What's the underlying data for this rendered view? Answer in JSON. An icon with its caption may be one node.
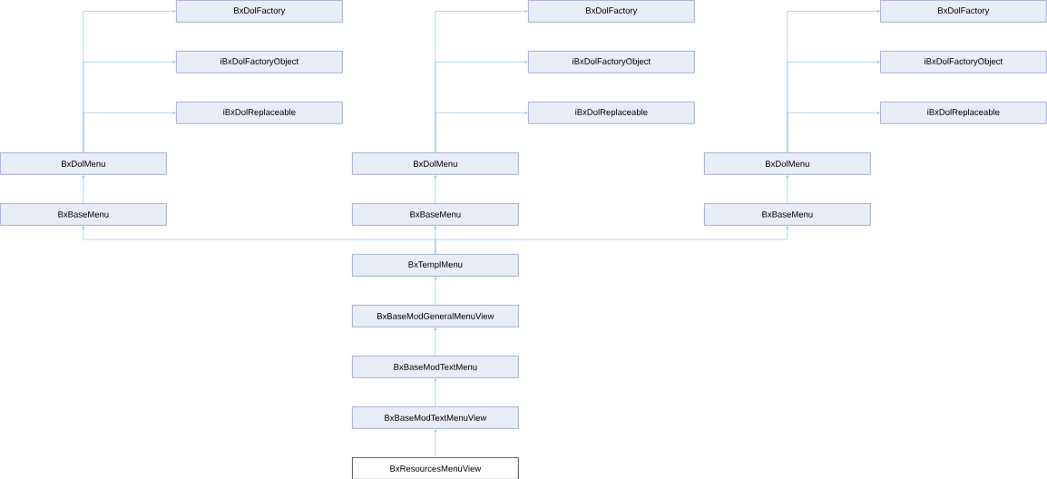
{
  "diagram": {
    "nodes": [
      {
        "text": [
          "BxDolFactory"
        ]
      },
      {
        "text": [
          "BxDolFactory"
        ]
      },
      {
        "text": [
          "BxDolFactory"
        ]
      },
      {
        "text": [
          "iBxDolFactoryObject"
        ]
      },
      {
        "text": [
          "iBxDolFactoryObject"
        ]
      },
      {
        "text": [
          "iBxDolFactoryObject"
        ]
      },
      {
        "text": [
          "iBxDolReplaceable"
        ]
      },
      {
        "text": [
          "iBxDolReplaceable"
        ]
      },
      {
        "text": [
          "iBxDolReplaceable"
        ]
      },
      {
        "text": [
          "BxDolMenu"
        ]
      },
      {
        "text": [
          "BxDolMenu"
        ]
      },
      {
        "text": [
          "BxDolMenu"
        ]
      },
      {
        "text": [
          "BxBaseMenu"
        ]
      },
      {
        "text": [
          "BxBaseMenu"
        ]
      },
      {
        "text": [
          "BxBaseMenu"
        ]
      },
      {
        "text": [
          "BxTemplMenu"
        ]
      },
      {
        "text": [
          "BxBaseModGeneralMenuView"
        ]
      },
      {
        "text": [
          "BxBaseModTextMenu"
        ]
      },
      {
        "text": [
          "BxBaseModTextMenuView"
        ]
      },
      {
        "text": [
          "BxResourcesMenuView"
        ]
      }
    ],
    "edges": [
      {
        "from": 9,
        "to": 0,
        "arrow": "to"
      },
      {
        "from": 9,
        "to": 3,
        "arrow": "to"
      },
      {
        "from": 9,
        "to": 6,
        "arrow": "to"
      },
      {
        "from": 12,
        "to": 9,
        "arrow": "to"
      },
      {
        "from": 10,
        "to": 1,
        "arrow": "to"
      },
      {
        "from": 10,
        "to": 4,
        "arrow": "to"
      },
      {
        "from": 10,
        "to": 7,
        "arrow": "to"
      },
      {
        "from": 13,
        "to": 10,
        "arrow": "to"
      },
      {
        "from": 11,
        "to": 2,
        "arrow": "to"
      },
      {
        "from": 11,
        "to": 5,
        "arrow": "to"
      },
      {
        "from": 11,
        "to": 8,
        "arrow": "to"
      },
      {
        "from": 14,
        "to": 11,
        "arrow": "to"
      },
      {
        "from": 15,
        "to": 12,
        "arrow": "to"
      },
      {
        "from": 15,
        "to": 13,
        "arrow": "to"
      },
      {
        "from": 15,
        "to": 14,
        "arrow": "to"
      },
      {
        "from": 16,
        "to": 15,
        "arrow": "to"
      },
      {
        "from": 17,
        "to": 16,
        "arrow": "to"
      },
      {
        "from": 18,
        "to": 17,
        "arrow": "to"
      },
      {
        "from": 19,
        "to": 18,
        "arrow": "to"
      }
    ]
  }
}
